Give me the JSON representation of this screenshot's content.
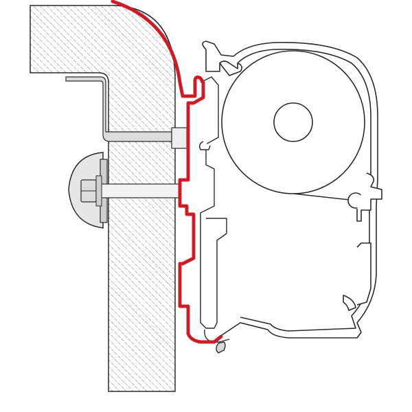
{
  "diagram": {
    "colors": {
      "adapter": "#d4202a",
      "outline": "#2a2a2a",
      "hatch": "#7a7a7a",
      "wall_fill": "#ffffff",
      "bracket_fill": "#dcdcdc",
      "cap_fill": "#e6e6e6",
      "background": "#ffffff"
    },
    "parts": {
      "wall": "hatched-wall-section",
      "adapter": "red-adapter-rail",
      "bracket": "mounting-bracket",
      "bolt": "fixing-bolt",
      "cap": "bolt-cover-cap",
      "roller": "fabric-roller",
      "axle": "roller-axle",
      "cassette": "awning-cassette-profile",
      "lead_bar": "front-lead-bar"
    }
  }
}
